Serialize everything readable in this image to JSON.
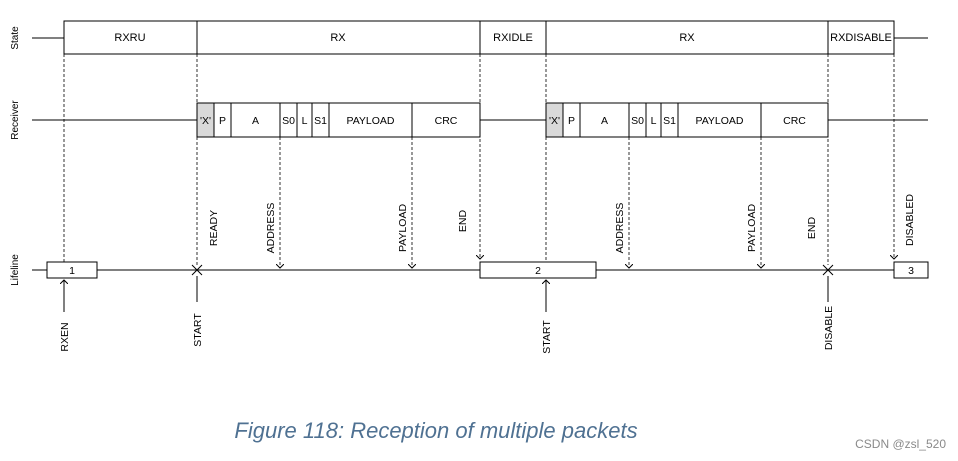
{
  "axes": {
    "state": "State",
    "receiver": "Receiver",
    "lifeline": "Lifeline"
  },
  "states": [
    "RXRU",
    "RX",
    "RXIDLE",
    "RX",
    "RXDISABLE"
  ],
  "packet1": {
    "x": "'X'",
    "p": "P",
    "a": "A",
    "s0": "S0",
    "l": "L",
    "s1": "S1",
    "payload": "PAYLOAD",
    "crc": "CRC"
  },
  "packet2": {
    "x": "'X'",
    "p": "P",
    "a": "A",
    "s0": "S0",
    "l": "L",
    "s1": "S1",
    "payload": "PAYLOAD",
    "crc": "CRC"
  },
  "lifeline_boxes": [
    "1",
    "2",
    "3"
  ],
  "events_up": [
    "READY",
    "ADDRESS",
    "PAYLOAD",
    "END",
    "ADDRESS",
    "PAYLOAD",
    "END",
    "DISABLED"
  ],
  "tasks_down": [
    "RXEN",
    "START",
    "START",
    "DISABLE"
  ],
  "caption": "Figure 118: Reception of multiple packets",
  "watermark": "CSDN @zsl_520"
}
